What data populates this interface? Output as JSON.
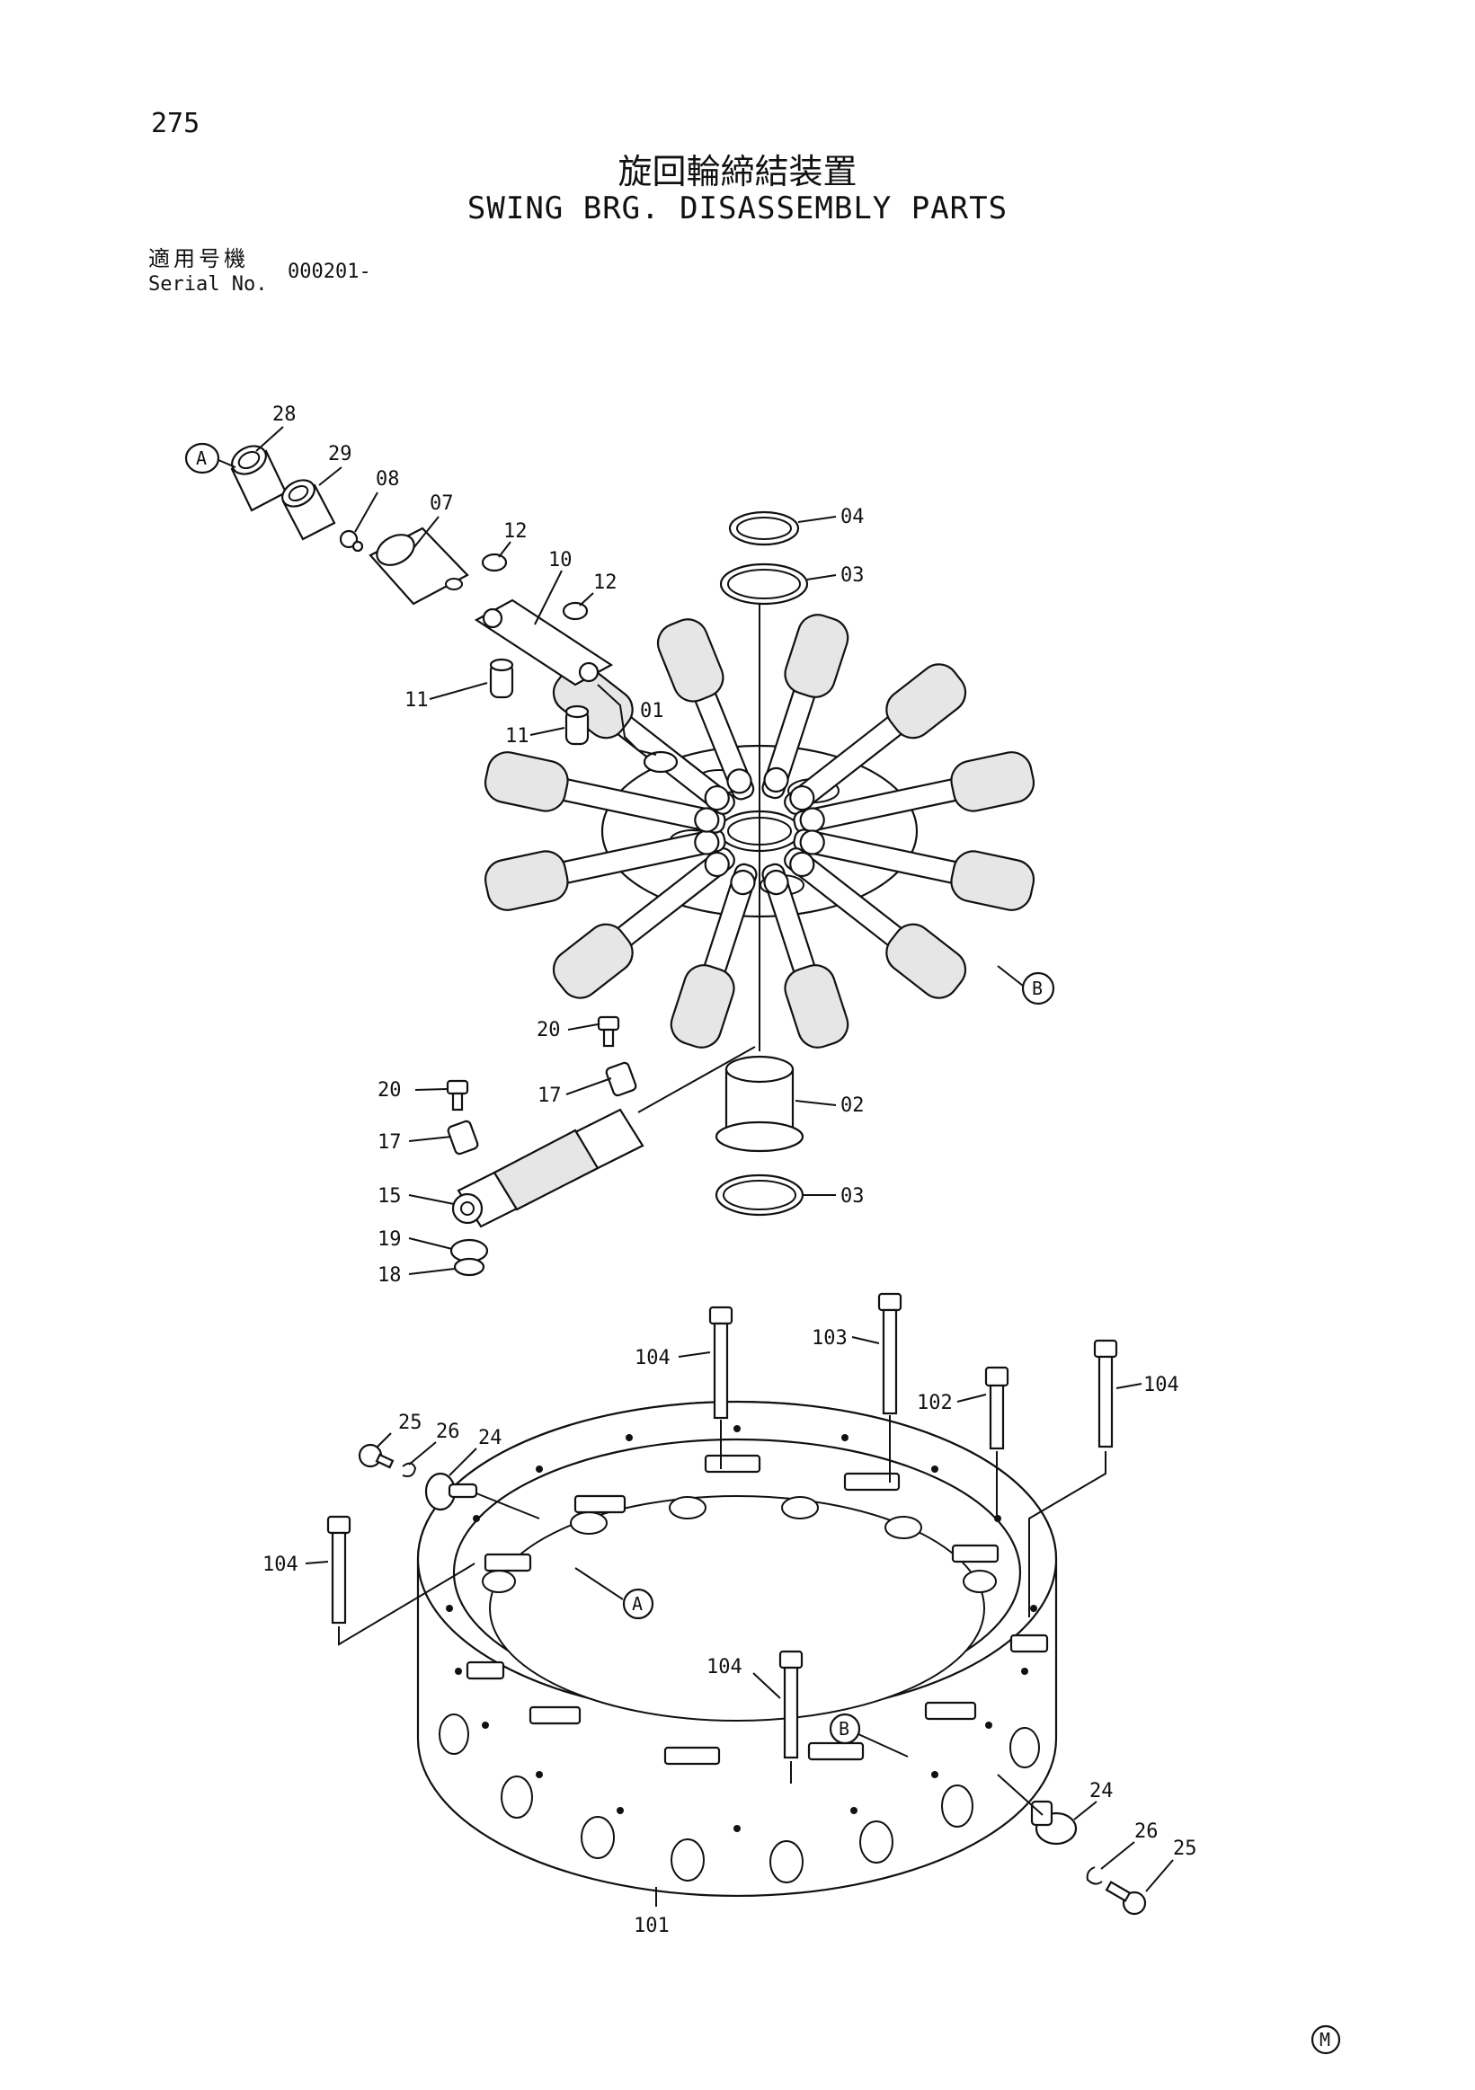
{
  "page": {
    "number": "275",
    "title_jp": "旋回輪締結装置",
    "title_en": "SWING BRG. DISASSEMBLY PARTS",
    "serial_label_jp": "適用号機",
    "serial_label_en": "Serial No.",
    "serial_value": "000201-",
    "mark": "M"
  },
  "callouts": {
    "p28": "28",
    "p29": "29",
    "p08": "08",
    "p07": "07",
    "p12a": "12",
    "p10": "10",
    "p12b": "12",
    "p11a": "11",
    "p11b": "11",
    "p01": "01",
    "p04": "04",
    "p03a": "03",
    "p02": "02",
    "p03b": "03",
    "p20a": "20",
    "p20b": "20",
    "p17a": "17",
    "p17b": "17",
    "p15": "15",
    "p19": "19",
    "p18": "18",
    "p104a": "104",
    "p103": "103",
    "p102": "102",
    "p104b": "104",
    "p104c": "104",
    "p104d": "104",
    "p25a": "25",
    "p26a": "26",
    "p24a": "24",
    "p24b": "24",
    "p26b": "26",
    "p25b": "25",
    "p101": "101",
    "refA": "A",
    "refA2": "A",
    "refB": "B",
    "refB2": "B"
  }
}
